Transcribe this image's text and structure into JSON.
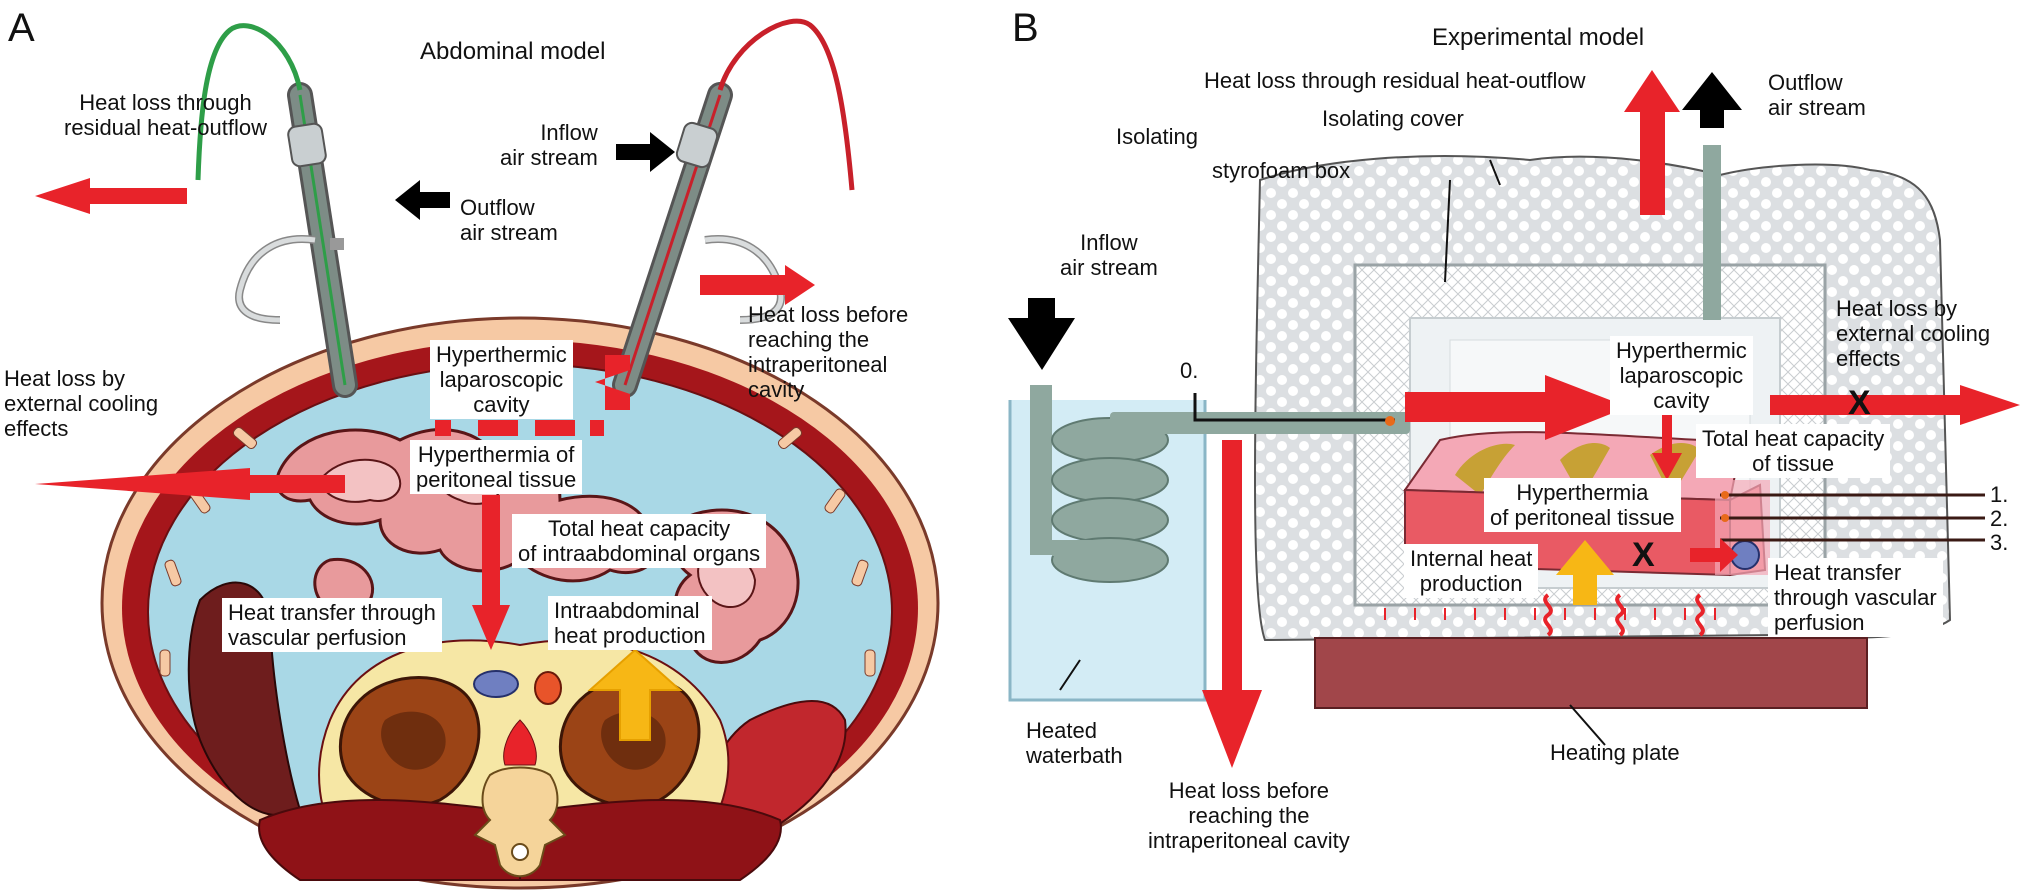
{
  "panel_a": {
    "letter": "A",
    "title": "Abdominal model",
    "labels": {
      "residual_heat_outflow": "Heat loss through\nresidual heat-outflow",
      "outflow_air_stream": "Outflow\nair stream",
      "inflow_air_stream": "Inflow\nair stream",
      "heat_loss_before": "Heat loss before\nreaching the\nintraperitoneal\ncavity",
      "heat_loss_external": "Heat loss by\nexternal cooling\neffects",
      "hyperthermic_cavity": "Hyperthermic\nlaparoscopic\ncavity",
      "hyperthermia_peritoneal": "Hyperthermia of\nperitoneal tissue",
      "total_heat_capacity": "Total heat capacity\nof intraabdominal organs",
      "heat_transfer_vascular": "Heat transfer through\nvascular perfusion",
      "intraabdominal_heat_production": "Intraabdominal\nheat production"
    }
  },
  "panel_b": {
    "letter": "B",
    "title": "Experimental model",
    "labels": {
      "residual_heat_outflow": "Heat loss through residual heat-outflow",
      "outflow_air_stream": "Outflow\nair stream",
      "isolating_cover": "Isolating cover",
      "isolating": "Isolating",
      "styrofoam_box": "styrofoam box",
      "inflow_air_stream": "Inflow\nair stream",
      "probe_zero": "0.",
      "hyperthermic_cavity": "Hyperthermic\nlaparoscopic\ncavity",
      "heat_loss_external": "Heat loss by\nexternal cooling\neffects",
      "total_heat_capacity": "Total heat capacity\nof tissue",
      "hyperthermia_peritoneal": "Hyperthermia\nof peritoneal tissue",
      "internal_heat_production": "Internal heat\nproduction",
      "heat_transfer_vascular": "Heat transfer\nthrough vascular\nperfusion",
      "probe_1": "1.",
      "probe_2": "2.",
      "probe_3": "3.",
      "heated_waterbath": "Heated\nwaterbath",
      "heat_loss_before": "Heat loss before\nreaching the\nintraperitoneal cavity",
      "heating_plate": "Heating plate",
      "blocked_mark": "X"
    }
  },
  "colors": {
    "heat_arrow": "#e8232a",
    "air_arrow": "#000000",
    "heat_production": "#f7b715",
    "peritoneal_fluid": "#a9d8e6",
    "abdominal_wall": "#a5161b",
    "skin": "#f6c9a4",
    "intestine": "#e89a9c",
    "kidney": "#9b4416",
    "liver": "#6e1d1d",
    "spleen": "#c1272d",
    "retroperitoneum": "#f6e7a5",
    "vein": "#6f7fc1",
    "aorta": "#e8542a",
    "vertebra": "#f5d49a",
    "styrofoam": "#d9dce0",
    "box_line": "#9aa3a6",
    "heating_plate": "#a1464a",
    "waterbath": "#d3ecf5",
    "tube": "#8fa89f",
    "tissue": "#e95a64",
    "tissue_top": "#f4a8b6",
    "tissue_stripe": "#c7a135",
    "inflow_tube": "#c8202a",
    "outflow_tube": "#2e9e48"
  },
  "icons": [
    "trocar-icon",
    "thermometer-probe-icon",
    "arrow-icon"
  ]
}
